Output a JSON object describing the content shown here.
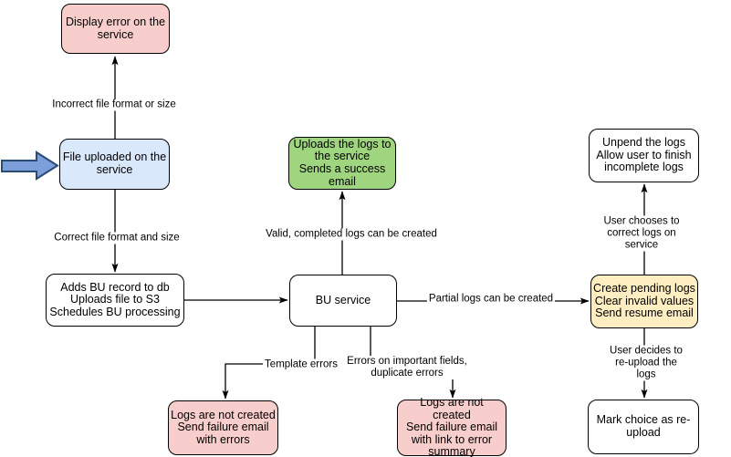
{
  "diagram": {
    "background": "#ffffff",
    "nodes": {
      "display_error": {
        "text": "Display error on the\nservice",
        "fill": "#f8cecc"
      },
      "file_uploaded": {
        "text": "File uploaded on the\nservice",
        "fill": "#dae8fc"
      },
      "adds_bu_record": {
        "text": "Adds BU record to db\nUploads file to S3\nSchedules BU processing",
        "fill": "#ffffff"
      },
      "bu_service": {
        "text": "BU service",
        "fill": "#ffffff"
      },
      "uploads_logs": {
        "text": "Uploads the logs to\nthe service\nSends a success\nemail",
        "fill": "#9fd57f"
      },
      "unpend_logs": {
        "text": "Unpend the logs\nAllow user to finish\nincomplete logs",
        "fill": "#ffffff"
      },
      "create_pending_logs": {
        "text": "Create pending logs\nClear invalid values\nSend resume email",
        "fill": "#ffeec2"
      },
      "mark_choice_reupload": {
        "text": "Mark choice as re-\nupload",
        "fill": "#ffffff"
      },
      "logs_not_created_errors": {
        "text": "Logs are not created\nSend failure email\nwith errors",
        "fill": "#f8cecc"
      },
      "logs_not_created_summary": {
        "text": "Logs are not created\nSend failure email\nwith link to error\nsummary",
        "fill": "#f8cecc"
      }
    },
    "edge_labels": {
      "incorrect_format": "Incorrect file format or size",
      "correct_format": "Correct file format and size",
      "valid_completed": "Valid, completed logs can be created",
      "partial_logs": "Partial logs can be created",
      "template_errors": "Template errors",
      "important_fields": "Errors on important fields,\nduplicate errors",
      "user_chooses": "User chooses to correct logs on service",
      "user_decides": "User decides to re-upload the logs"
    },
    "icons": {
      "start_arrow": {
        "name": "fat-right-arrow",
        "fill": "#7c9ed9",
        "stroke": "#294b76"
      }
    },
    "colors": {
      "line": "#000000",
      "node_border": "#000000",
      "pink": "#f8cecc",
      "blue": "#dae8fc",
      "green": "#9fd57f",
      "yellow": "#ffeec2"
    }
  }
}
